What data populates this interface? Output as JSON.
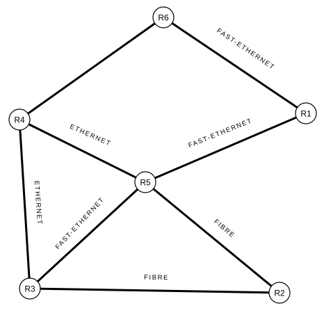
{
  "diagram": {
    "nodes": {
      "r1": "R1",
      "r2": "R2",
      "r3": "R3",
      "r4": "R4",
      "r5": "R5",
      "r6": "R6"
    },
    "links": {
      "r6_r1": "FAST-ETHERNET",
      "r4_r5": "ETHERNET",
      "r5_r1": "FAST-ETHERNET",
      "r4_r3": "ETHERNET",
      "r5_r3": "FAST-ETHERNET",
      "r5_r2": "FIBRE",
      "r3_r2": "FIBRE"
    },
    "colors": {
      "line": "#000000",
      "node_fill": "#ffffff",
      "background": "#ffffff"
    }
  }
}
